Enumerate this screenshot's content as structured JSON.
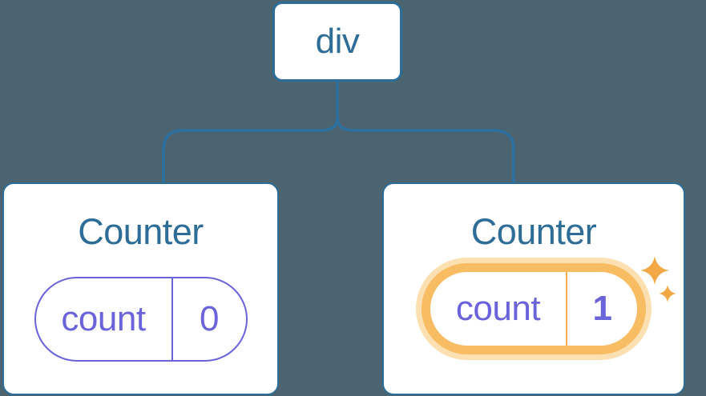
{
  "colors": {
    "background": "#4b6470",
    "blue": "#2d6d97",
    "line_blue": "#2e6f9c",
    "purple": "#6a63da",
    "orange": "#f8bc62",
    "orange_ring": "#fce0b1",
    "orange_divider": "#f3ad52",
    "sparkle": "#f2a844",
    "card": "#ffffff"
  },
  "diagram": {
    "description": "React component tree: a div root with two Counter children; the second Counter's state is highlighted as newly updated",
    "root": {
      "label": "div"
    },
    "counters": [
      {
        "title": "Counter",
        "state_name": "count",
        "state_value": "0",
        "highlighted": false
      },
      {
        "title": "Counter",
        "state_name": "count",
        "state_value": "1",
        "highlighted": true,
        "badge_icon": "sparkles"
      }
    ]
  }
}
